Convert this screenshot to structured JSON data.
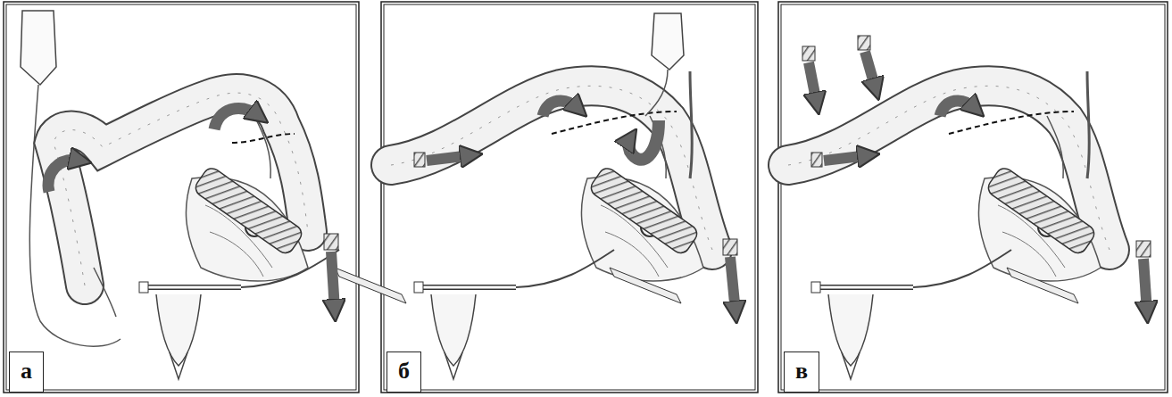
{
  "diagram": {
    "labels": [
      "а",
      "б",
      "в"
    ]
  }
}
